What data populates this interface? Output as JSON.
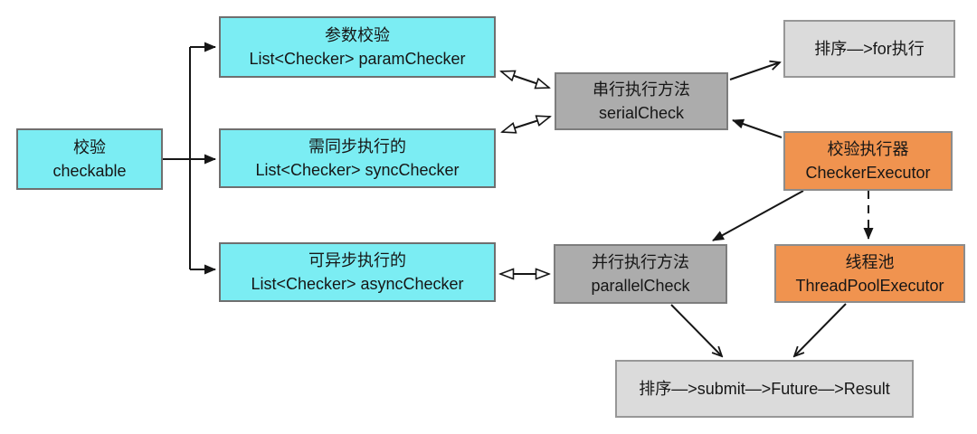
{
  "diagram": {
    "title": "checker-executor-flow-diagram",
    "nodes": {
      "checkable": {
        "line1": "校验",
        "line2": "checkable",
        "color": "cyan"
      },
      "param_checker": {
        "line1": "参数校验",
        "line2": "List<Checker> paramChecker",
        "color": "cyan"
      },
      "sync_checker": {
        "line1": "需同步执行的",
        "line2": "List<Checker> syncChecker",
        "color": "cyan"
      },
      "async_checker": {
        "line1": "可异步执行的",
        "line2": "List<Checker> asyncChecker",
        "color": "cyan"
      },
      "serial_check": {
        "line1": "串行执行方法",
        "line2": "serialCheck",
        "color": "gray"
      },
      "sort_for": {
        "line1": "排序—>for执行",
        "color": "lightgray"
      },
      "checker_executor": {
        "line1": "校验执行器",
        "line2": "CheckerExecutor",
        "color": "orange"
      },
      "parallel_check": {
        "line1": "并行执行方法",
        "line2": "parallelCheck",
        "color": "gray"
      },
      "thread_pool": {
        "line1": "线程池",
        "line2": "ThreadPoolExecutor",
        "color": "orange"
      },
      "sort_submit": {
        "line1": "排序—>submit—>Future—>Result",
        "color": "lightgray"
      }
    },
    "edges": [
      {
        "from": "checkable",
        "to": "param_checker",
        "line": "solid",
        "head": "filled"
      },
      {
        "from": "checkable",
        "to": "sync_checker",
        "line": "solid",
        "head": "filled"
      },
      {
        "from": "checkable",
        "to": "async_checker",
        "line": "solid",
        "head": "filled"
      },
      {
        "from": "param_checker",
        "to": "serial_check",
        "line": "solid",
        "head": "hollow-both-ends"
      },
      {
        "from": "sync_checker",
        "to": "serial_check",
        "line": "solid",
        "head": "hollow-both-ends"
      },
      {
        "from": "async_checker",
        "to": "parallel_check",
        "line": "solid",
        "head": "hollow-both-ends"
      },
      {
        "from": "serial_check",
        "to": "sort_for",
        "line": "solid",
        "head": "open"
      },
      {
        "from": "checker_executor",
        "to": "serial_check",
        "line": "solid",
        "head": "filled"
      },
      {
        "from": "checker_executor",
        "to": "parallel_check",
        "line": "solid",
        "head": "filled"
      },
      {
        "from": "checker_executor",
        "to": "thread_pool",
        "line": "dashed",
        "head": "filled"
      },
      {
        "from": "parallel_check",
        "to": "sort_submit",
        "line": "solid",
        "head": "open"
      },
      {
        "from": "thread_pool",
        "to": "sort_submit",
        "line": "solid",
        "head": "open"
      }
    ],
    "colors": {
      "cyan": "#7BEDF3",
      "orange": "#F0934F",
      "gray": "#ACACAC",
      "light_gray": "#DBDBDB",
      "line": "#161616",
      "background": "#FFFFFF"
    }
  }
}
